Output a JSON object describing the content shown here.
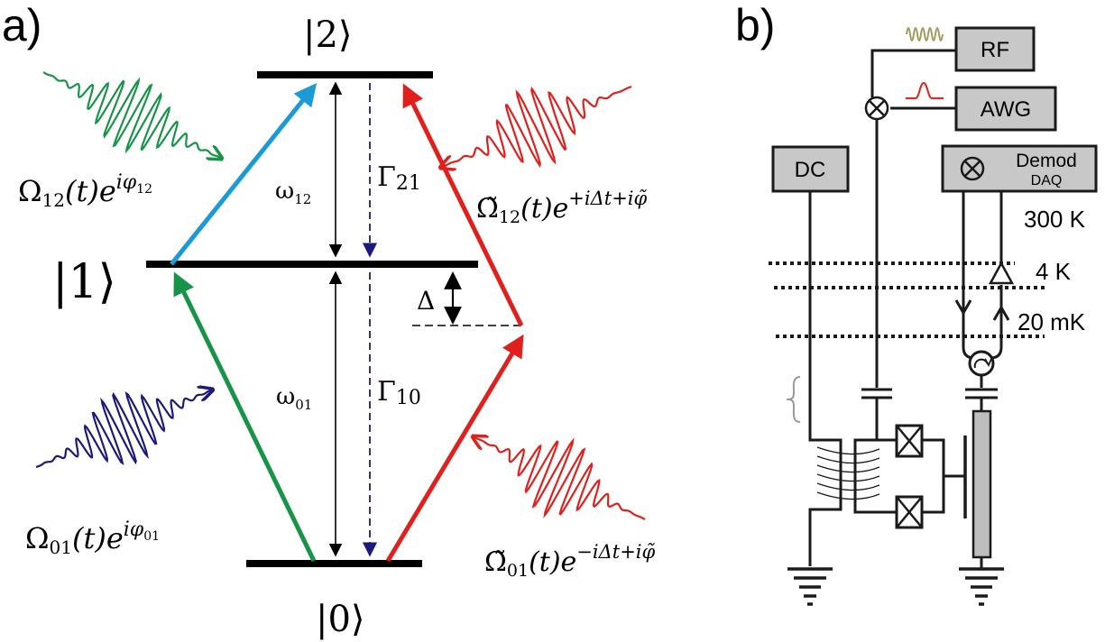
{
  "panel_a": {
    "label": "a)",
    "state_2": "|2⟩",
    "state_1": "|1⟩",
    "state_0": "|0⟩",
    "omega_12": {
      "base": "ω",
      "sub": "12"
    },
    "omega_01": {
      "base": "ω",
      "sub": "01"
    },
    "gamma_21": {
      "base": "Γ",
      "sub": "21"
    },
    "gamma_10": {
      "base": "Γ",
      "sub": "10"
    },
    "delta": "Δ",
    "drive_12": {
      "omega": "Ω",
      "sub": "12",
      "arg": "(t)e",
      "exp": "iφ",
      "exp_sub": "12"
    },
    "drive_01": {
      "omega": "Ω",
      "sub": "01",
      "arg": "(t)e",
      "exp": "iφ",
      "exp_sub": "01"
    },
    "drive_12_tilde": {
      "omega": "Ω̃",
      "sub": "12",
      "arg": "(t)e",
      "exp": "+iΔt+iφ̃"
    },
    "drive_01_tilde": {
      "omega": "Ω̃",
      "sub": "01",
      "arg": "(t)e",
      "exp": "−iΔt+iφ̃"
    },
    "colors": {
      "level": "#000000",
      "blue_arrow": "#1a9ad6",
      "green": "#179447",
      "red": "#e0201c",
      "navy": "#1c1a7a"
    }
  },
  "panel_b": {
    "label": "b)",
    "rf": "RF",
    "awg": "AWG",
    "dc": "DC",
    "demod": "Demod",
    "daq": "DAQ",
    "temp_300k": "300 K",
    "temp_4k": "4 K",
    "temp_20mk": "20 mK",
    "colors": {
      "box_fill": "#c8c8c8",
      "wire": "#1a1a1a",
      "rf_coil": "#a39a5e",
      "awg_pulse": "#d93026",
      "resonator": "#bdbdbd"
    }
  }
}
